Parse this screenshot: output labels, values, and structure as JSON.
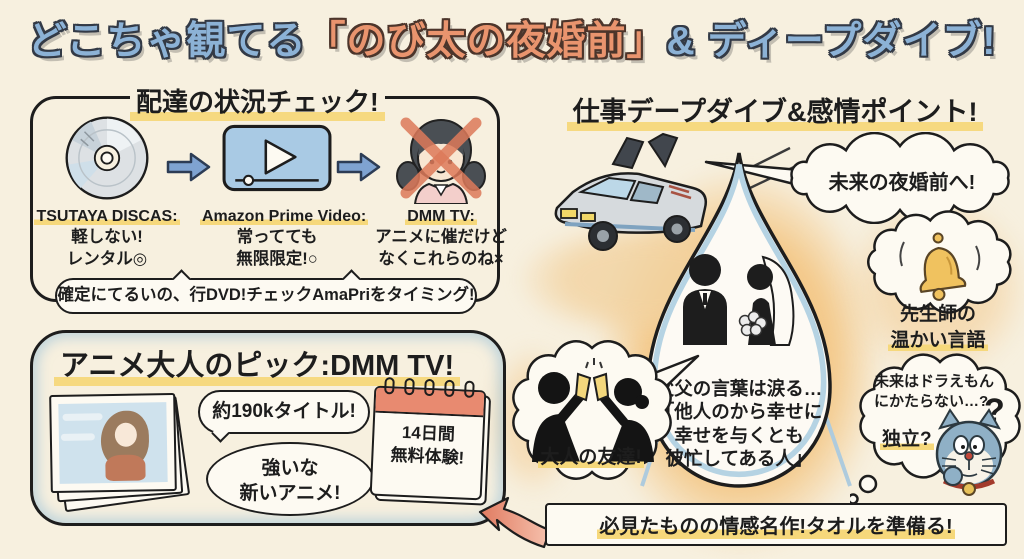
{
  "title": {
    "part1": "どこちゃ観てる",
    "part2": "「のび太の夜婚前」",
    "part3": "& ディープダイブ!"
  },
  "delivery": {
    "header": "配達の状況チェック!",
    "services": [
      {
        "name": "TSUTAYA DISCAS:",
        "line1": "軽しない!",
        "line2": "レンタル◎",
        "icon": "dvd-disc-icon"
      },
      {
        "name": "Amazon Prime Video:",
        "line1": "常ってても",
        "line2": "無限限定!○",
        "icon": "video-player-icon"
      },
      {
        "name": "DMM TV:",
        "line1": "アニメに催だけど",
        "line2": "なくこれらのね×",
        "icon": "crossed-girl-icon"
      }
    ],
    "bubble": "確定にてるいの、行DVD!チェックAmaPriをタイミング!"
  },
  "pick": {
    "header": "アニメ大人のピック:DMM TV!",
    "titles_bubble": "約190kタイトル!",
    "anime_bubble_line1": "強いな",
    "anime_bubble_line2": "新いアニメ!",
    "calendar_line1": "14日間",
    "calendar_line2": "無料体験!"
  },
  "deepdive": {
    "header": "仕事デープダイブ&感情ポイント!",
    "future_bubble": "未来の夜婚前へ!",
    "drop_lines": [
      "父父の言葉は涙る…",
      "「他人のから幸せに",
      "幸せを与くとも",
      "彼忙してある人」"
    ],
    "bell_line1": "先生師の",
    "bell_line2": "温かい言語",
    "friends_label": "大人の友達!",
    "thought_line1": "未来はドラえもん",
    "thought_line2": "にかたらない…?",
    "independence": "独立?",
    "question": "?"
  },
  "footer": {
    "banner": "必見たものの情感名作!タオルを準備る!"
  },
  "colors": {
    "background": "#f7f0df",
    "title_blue": "#8cb2d6",
    "title_orange": "#e9946e",
    "highlight_yellow": "#f6d87b",
    "arrow_blue": "#7fa3d1",
    "accent_salmon": "#e8897a",
    "calendar_red": "#e88a70",
    "drop_inner_blue": "#b5d3e3",
    "ink": "#1d1d1d"
  }
}
